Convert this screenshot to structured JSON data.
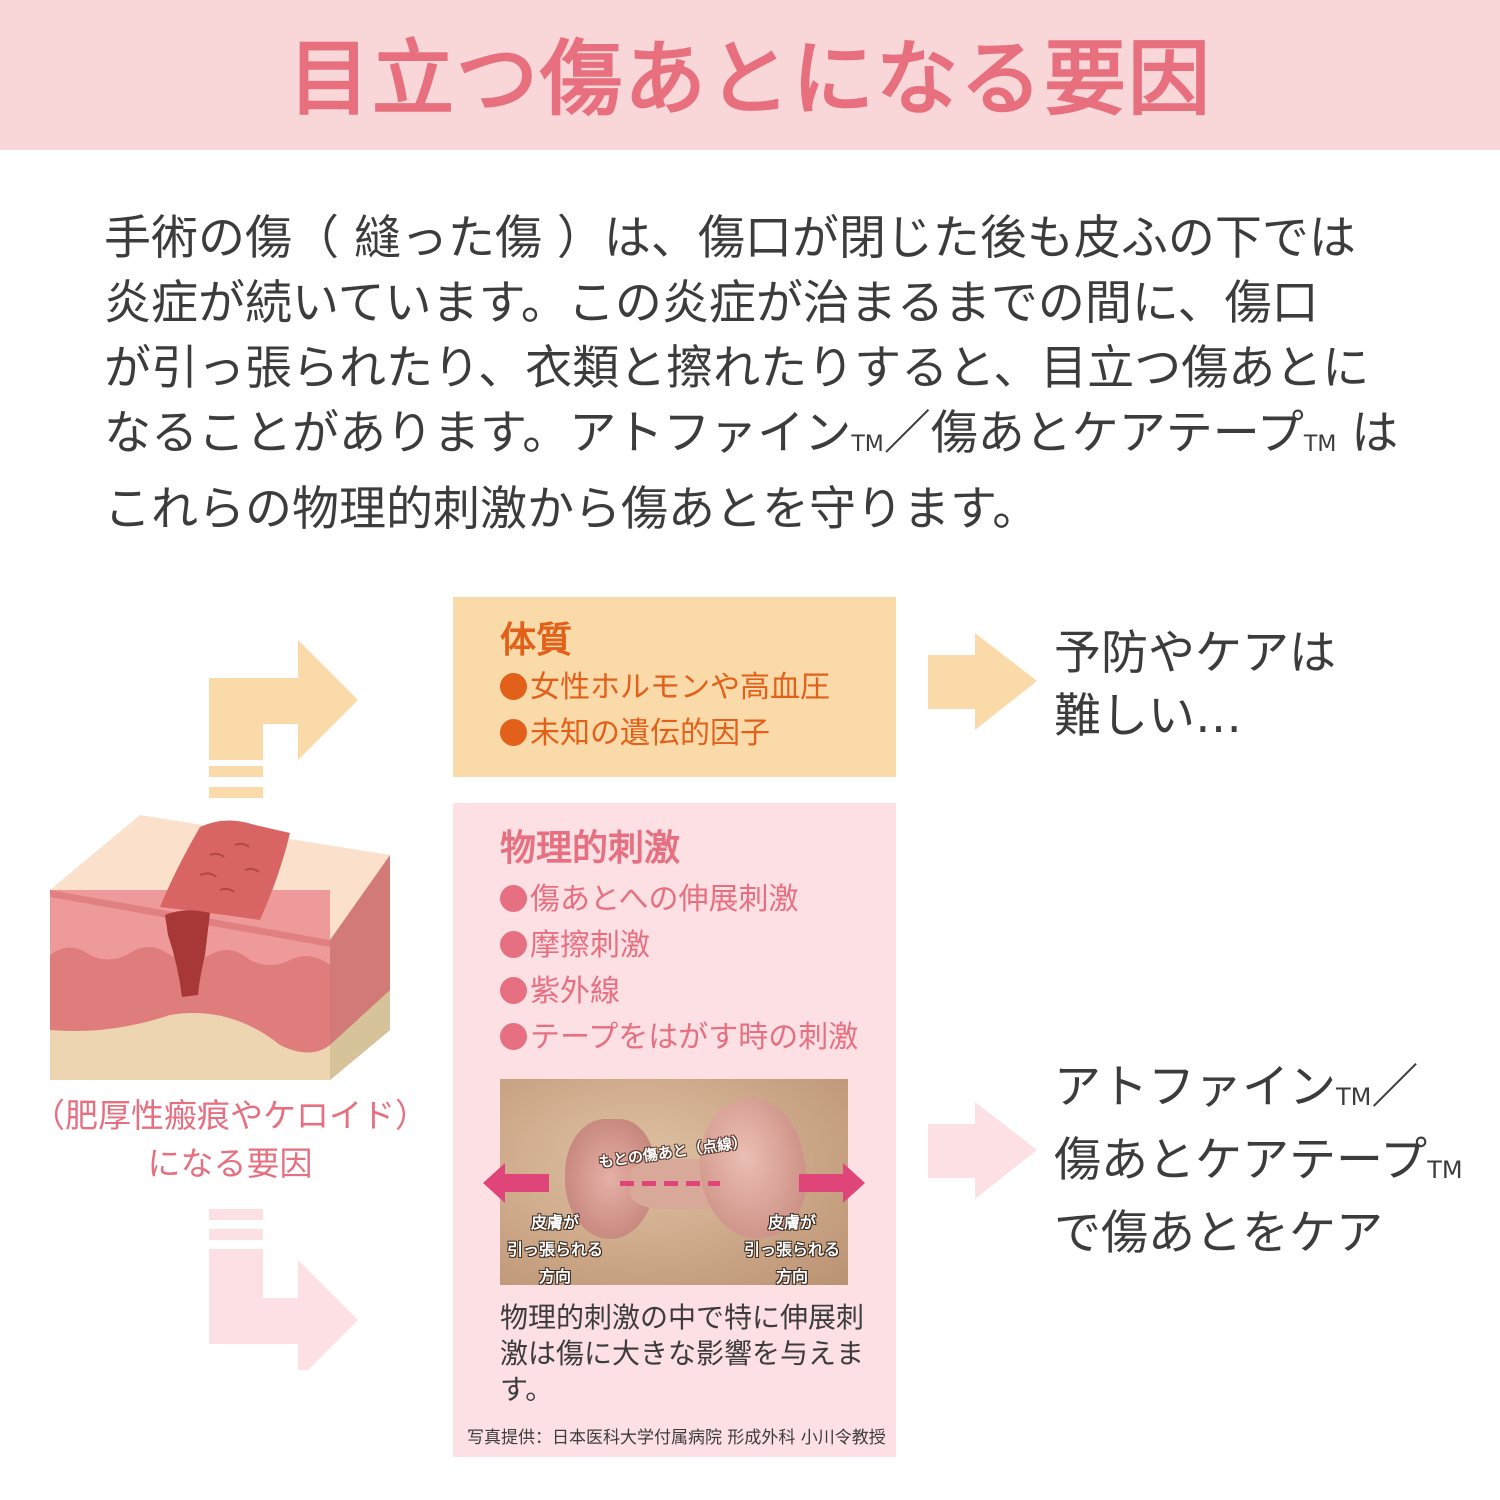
{
  "header": {
    "title": "目立つ傷あとになる要因",
    "bg_color": "#f9d6d8",
    "title_color": "#e8707e"
  },
  "intro": {
    "lines": [
      "手術の傷（ 縫った傷 ）は、傷口が閉じた後も皮ふの下では",
      "炎症が続いています。この炎症が治まるまでの間に、傷口",
      "が引っ張られたり、衣類と擦れたりすると、目立つ傷あとに"
    ],
    "line4_a": "なることがあります。アトファイン",
    "line4_tm1": "TM",
    "line4_b": "／傷あとケアテープ",
    "line4_tm2": "TM",
    "line4_c": " は",
    "line5": "これらの物理的刺激から傷あとを守ります。"
  },
  "left": {
    "illustration": "skin-cross-section-scar-illustration",
    "caption_line1": "（肥厚性瘢痕やケロイド）",
    "caption_line2": "になる要因",
    "caption_color": "#e67081"
  },
  "constitution": {
    "title": "体質",
    "items": [
      "女性ホルモンや高血圧",
      "未知の遺伝的因子"
    ],
    "bg_color": "#fadaa9",
    "text_color": "#e2601a"
  },
  "physical": {
    "title": "物理的刺激",
    "items": [
      "傷あとへの伸展刺激",
      "摩擦刺激",
      "紫外線",
      "テープをはがす時の刺激"
    ],
    "bg_color": "#fce0e3",
    "text_color": "#e67081",
    "photo": {
      "caption": "もとの傷あと（点線）",
      "left_label": [
        "皮膚が",
        "引っ張られる",
        "方向"
      ],
      "right_label": [
        "皮膚が",
        "引っ張られる",
        "方向"
      ],
      "arrow_color": "#e0457a"
    },
    "note": "物理的刺激の中で特に伸展刺激は傷に大きな影響を与えます。",
    "credit": "写真提供：日本医科大学付属病院 形成外科 小川令教授"
  },
  "outcomes": {
    "hard": {
      "line1": "予防やケアは",
      "line2": "難しい…"
    },
    "care": {
      "line1_a": "アトファイン",
      "line1_tm": "TM",
      "line1_b": "／",
      "line2_a": "傷あとケアテープ",
      "line2_tm": "TM",
      "line3": "で傷あとをケア"
    }
  },
  "arrows": {
    "orange_color": "#fadaa9",
    "pink_color": "#fce0e3"
  }
}
